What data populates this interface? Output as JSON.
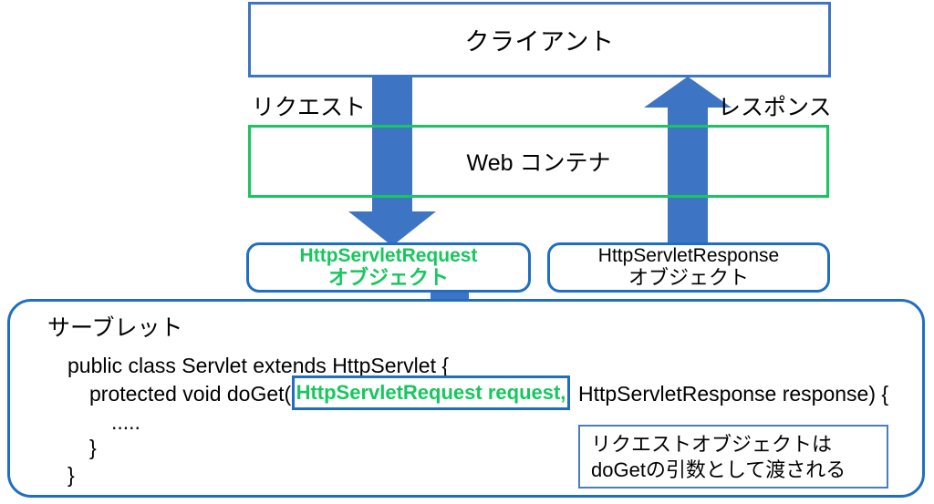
{
  "diagram": {
    "title_boxes": {
      "client": "クライアント",
      "web_container": "Web コンテナ"
    },
    "flow_labels": {
      "request": "リクエスト",
      "response": "レスポンス"
    },
    "objects": [
      {
        "name": "request-object",
        "line1": "HttpServletRequest",
        "line2": "オブジェクト",
        "color": "#17C75E",
        "emphasis": "bold"
      },
      {
        "name": "response-object",
        "line1": "HttpServletResponse",
        "line2": "オブジェクト",
        "color": "#000000",
        "emphasis": "normal"
      }
    ],
    "servlet": {
      "title": "サーブレット",
      "code": {
        "line1": "public class Servlet extends HttpServlet {",
        "line2_head": "protected void doGet(",
        "line2_param_highlighted": "HttpServletRequest request,",
        "line2_tail": "HttpServletResponse response) {",
        "dots": ".....",
        "close_inner": "}",
        "close_outer": "}"
      }
    },
    "callout": {
      "line1": "リクエストオブジェクトは",
      "line2": "doGetの引数として渡される"
    },
    "colors": {
      "client_border": "#3E74C4",
      "container_border": "#17C75E",
      "object_border": "#1E6FC4",
      "arrow_fill": "#3E74C4",
      "highlight_text": "#17C75E",
      "callout_border": "#4A7EBB",
      "leader_line": "#4A7EBB"
    },
    "arrows": [
      {
        "name": "request-arrow-down",
        "direction": "down",
        "from": "client",
        "to": "request-object"
      },
      {
        "name": "response-arrow-up",
        "direction": "up",
        "from": "response-object",
        "to": "client"
      },
      {
        "name": "request-to-servlet-arrow",
        "direction": "down",
        "from": "request-object",
        "to": "servlet-code"
      }
    ]
  }
}
